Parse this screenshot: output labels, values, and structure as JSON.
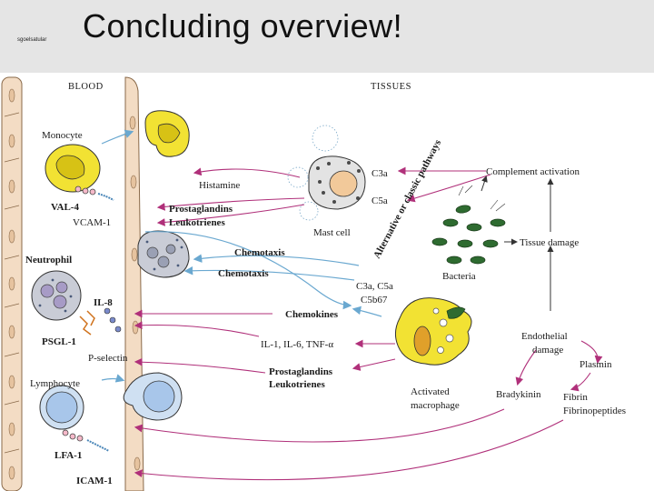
{
  "slide": {
    "tag": "sgoelsatular",
    "title": "Concluding overview!"
  },
  "diagram": {
    "headers": {
      "blood": "BLOOD",
      "tissues": "TISSUES"
    },
    "blood_labels": {
      "monocyte": "Monocyte",
      "val4": "VAL-4",
      "vcam1": "VCAM-1",
      "neutrophil": "Neutrophil",
      "il8": "IL-8",
      "psgl1": "PSGL-1",
      "pselectin": "P-selectin",
      "lymphocyte": "Lymphocyte",
      "lfa1": "LFA-1",
      "icam1": "ICAM-1"
    },
    "mediator_labels": {
      "histamine": "Histamine",
      "prostaglandins1": "Prostaglandins",
      "leukotrienes1": "Leukotrienes",
      "chemotaxis1": "Chemotaxis",
      "chemotaxis2": "Chemotaxis",
      "chemokines": "Chemokines",
      "cytokines": "IL-1, IL-6, TNF-α",
      "prostaglandins2": "Prostaglandins",
      "leukotrienes2": "Leukotrienes"
    },
    "tissue_labels": {
      "c3a": "C3a",
      "c5a": "C5a",
      "mast_cell": "Mast cell",
      "complement": "Complement activation",
      "pathway": "Alternative or classic pathways",
      "tissue_damage": "Tissue damage",
      "bacteria": "Bacteria",
      "c3a_c5a": "C3a, C5a",
      "c5b67": "C5b67",
      "activated1": "Activated",
      "activated2": "macrophage",
      "endothelial1": "Endothelial",
      "endothelial2": "damage",
      "plasmin": "Plasmin",
      "bradykinin": "Bradykinin",
      "fibrin": "Fibrin",
      "fibrinopeptides": "Fibrinopeptides"
    },
    "colors": {
      "vessel": "#f3dcc4",
      "vessel_edge": "#8a6a4a",
      "cell_yellow": "#f2e233",
      "cell_gray": "#c9ccd6",
      "cell_blue": "#cfe0f2",
      "arrow_blue": "#6aa8d0",
      "arrow_magenta": "#b0307a",
      "bacteria": "#2e6b30"
    }
  }
}
